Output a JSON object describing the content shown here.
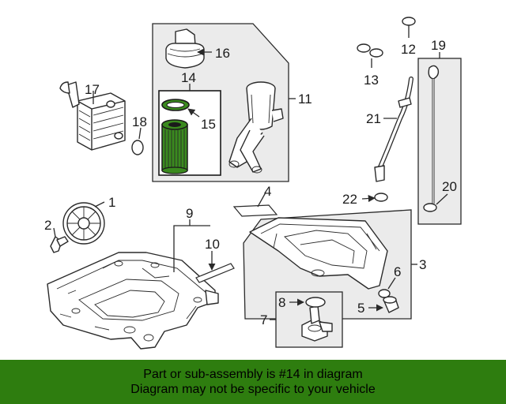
{
  "callouts": {
    "c1": "1",
    "c2": "2",
    "c3": "3",
    "c4": "4",
    "c5": "5",
    "c6": "6",
    "c7": "7",
    "c8": "8",
    "c9": "9",
    "c10": "10",
    "c11": "11",
    "c12": "12",
    "c13": "13",
    "c14": "14",
    "c15": "15",
    "c16": "16",
    "c17": "17",
    "c18": "18",
    "c19": "19",
    "c20": "20",
    "c21": "21",
    "c22": "22"
  },
  "banner": {
    "line1": "Part or sub-assembly is #14 in diagram",
    "line2": "Diagram may not be specific to your vehicle"
  },
  "colors": {
    "highlight": "#2e7d0f",
    "filter_green": "#3a8a1e",
    "box_fill": "#ebebeb"
  }
}
